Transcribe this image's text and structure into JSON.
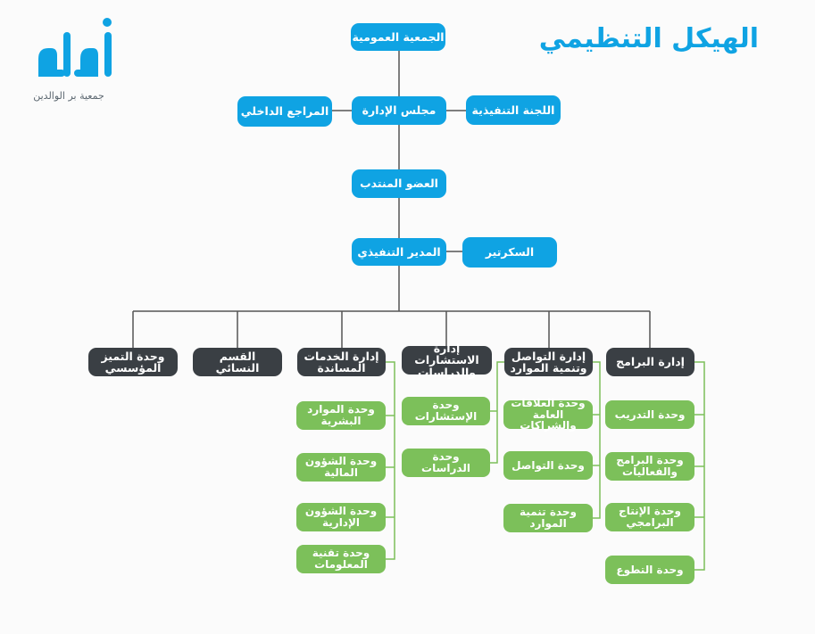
{
  "title": "الهيكل التنظيمي",
  "logo": {
    "name": "أبرار",
    "subtitle": "جمعية بر الوالدين"
  },
  "colors": {
    "blue": "#0fa3e3",
    "dark": "#3a3f44",
    "green": "#7cc05a",
    "line_gray": "#555555",
    "line_green": "#7cc05a"
  },
  "nodes": {
    "general_assembly": "الجمعية العمومية",
    "board": "مجلس الإدارة",
    "executive_committee": "اللجنة التنفيذية",
    "internal_audit": "المراجع الداخلي",
    "managing_member": "العضو المنتدب",
    "executive_director": "المدير التنفيذي",
    "secretary": "السكرتير"
  },
  "departments": [
    {
      "label": "إدارة البرامج",
      "units": [
        "وحدة التدريب",
        "وحدة البرامج\nوالفعاليات",
        "وحدة الإنتاج\nالبرامجي",
        "وحدة التطوع"
      ]
    },
    {
      "label": "إدارة التواصل\nوتنمية الموارد",
      "units": [
        "وحدة العلاقات\nالعامة والشراكات",
        "وحدة التواصل",
        "وحدة تنمية\nالموارد"
      ]
    },
    {
      "label": "إدارة الاستشارات\nوالدراسات",
      "units": [
        "وحدة الإستشارات",
        "وحدة الدراسات"
      ]
    },
    {
      "label": "إدارة الخدمات\nالمساندة",
      "units": [
        "وحدة الموارد\nالبشرية",
        "وحدة الشؤون\nالمالية",
        "وحدة الشؤون\nالإدارية",
        "وحدة تقنية\nالمعلومات"
      ]
    },
    {
      "label": "القسم النسائي",
      "units": []
    },
    {
      "label": "وحدة التميز\nالمؤسسي",
      "units": []
    }
  ]
}
